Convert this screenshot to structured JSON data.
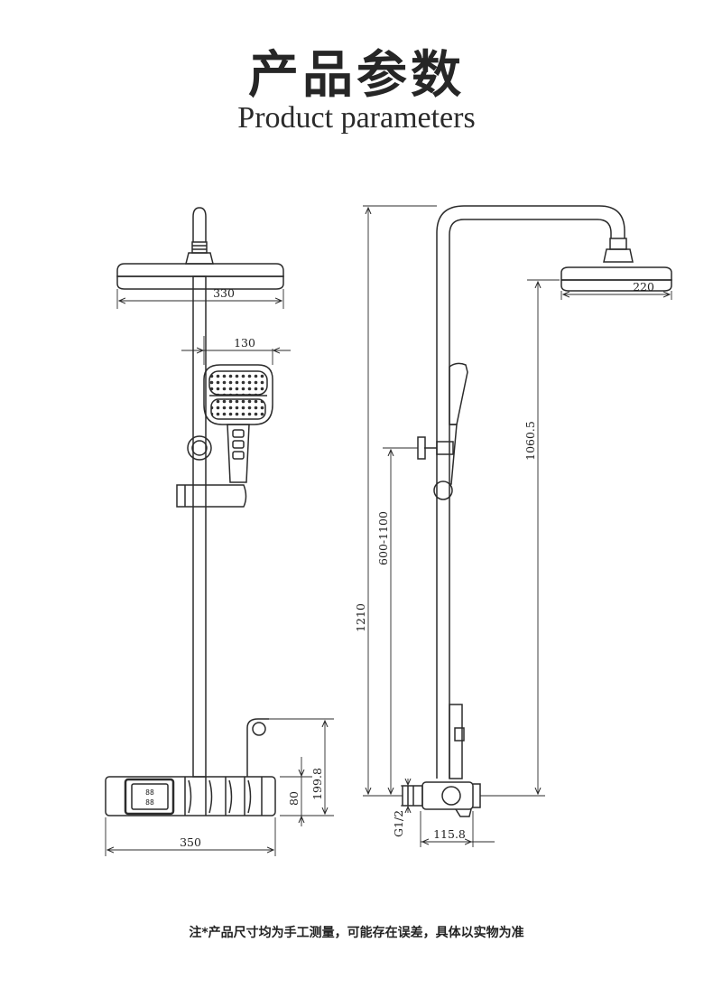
{
  "header": {
    "title_cn": "产品参数",
    "title_en": "Product parameters"
  },
  "dimensions": {
    "top_shower_width": "330",
    "handheld_width": "130",
    "panel_width": "350",
    "panel_height": "80",
    "panel_outlet_height": "199.8",
    "total_height": "1210",
    "adjustable_range": "600-1100",
    "arm_height": "1060.5",
    "side_head_width": "220",
    "thread_size": "G1/2",
    "wall_depth": "115.8"
  },
  "panel": {
    "display_top": "88",
    "display_bottom": "88"
  },
  "footer": {
    "note": "注*产品尺寸均为手工测量，可能存在误差，具体以实物为准"
  },
  "colors": {
    "line": "#2b2b2b"
  }
}
